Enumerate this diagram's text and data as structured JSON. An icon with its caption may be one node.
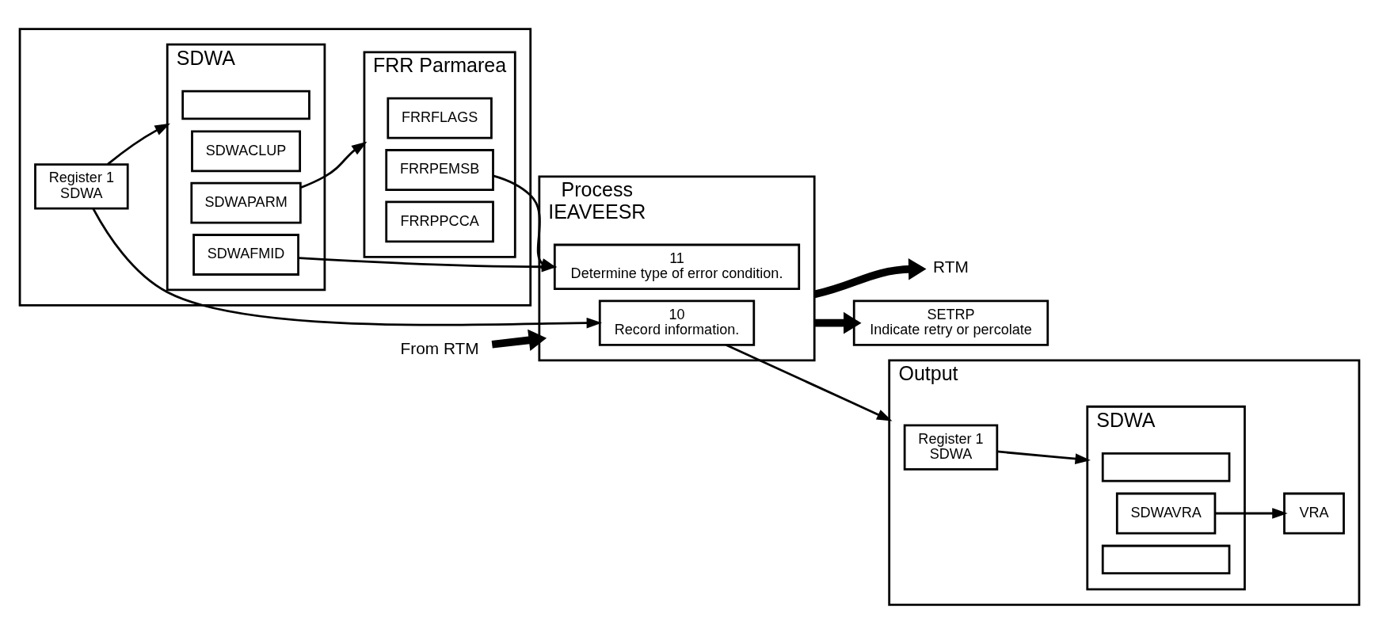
{
  "diagram": {
    "nodes": [
      {
        "text": [],
        "shape": "box"
      },
      {
        "text": [
          "Register 1",
          "SDWA"
        ],
        "in": 0
      },
      {
        "text": [
          "SDWA"
        ],
        "in": 0
      },
      {
        "text": [],
        "shape": "box",
        "in": 2
      },
      {
        "text": [
          "SDWACLUP"
        ],
        "in": 2
      },
      {
        "text": [
          "SDWAFMID"
        ],
        "in": 2
      },
      {
        "text": [
          "SDWAPARM"
        ],
        "in": 2
      },
      {
        "text": [
          "FRR Parmarea"
        ],
        "in": 0
      },
      {
        "text": [
          "FRRFLAGS"
        ],
        "in": 7
      },
      {
        "text": [
          "FRRPEMSB"
        ],
        "in": 7
      },
      {
        "text": [
          "FRRPPCCA"
        ],
        "in": 7
      },
      {
        "text": [
          "Process",
          "IEAVEESR"
        ]
      },
      {
        "text": [
          "10",
          "Record information."
        ],
        "in": 11
      },
      {
        "text": [
          "11",
          "Determine type of error condition."
        ],
        "in": 11
      },
      {
        "text": [
          "SETRP",
          "Indicate retry or percolate"
        ]
      },
      {
        "text": [
          "From RTM"
        ]
      },
      {
        "text": [
          "RTM"
        ]
      },
      {
        "text": [
          "Output"
        ]
      },
      {
        "text": [
          "Register 1",
          "SDWA"
        ],
        "in": 17
      },
      {
        "text": [
          "SDWA"
        ],
        "in": 17
      },
      {
        "text": [],
        "shape": "box",
        "in": 19
      },
      {
        "text": [
          "SDWAVRA"
        ],
        "in": 19
      },
      {
        "text": [],
        "shape": "box",
        "in": 19
      },
      {
        "text": [
          "VRA"
        ],
        "in": 17
      }
    ],
    "edges": [
      {
        "from": 1,
        "to": 2,
        "arrow": "to"
      },
      {
        "from": 6,
        "to": 7,
        "arrow": "to"
      },
      {
        "from": 1,
        "to": 12,
        "arrow": "to"
      },
      {
        "from": 5,
        "to": 13,
        "arrow": "to"
      },
      {
        "from": 9,
        "to": 13,
        "arrow": "to"
      },
      {
        "from": 15,
        "to": 11,
        "arrow": "to",
        "style": "thick"
      },
      {
        "from": 12,
        "to": 17,
        "arrow": "to"
      },
      {
        "from": 11,
        "to": 14,
        "arrow": "to",
        "style": "thick"
      },
      {
        "from": 11,
        "to": 16,
        "arrow": "to",
        "style": "thick"
      },
      {
        "from": 18,
        "to": 19,
        "arrow": "to"
      },
      {
        "from": 21,
        "to": 23,
        "arrow": "to"
      }
    ]
  }
}
